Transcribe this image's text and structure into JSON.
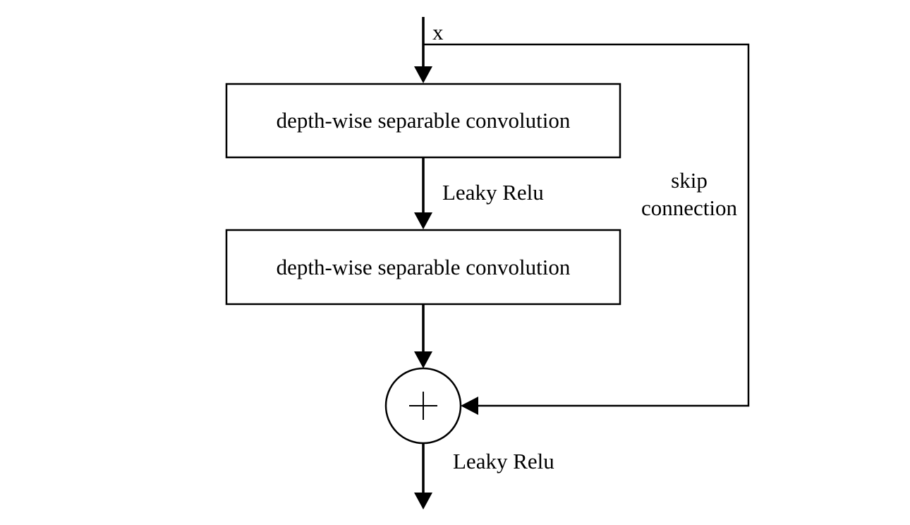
{
  "diagram": {
    "input_label": "x",
    "block1_label": "depth-wise separable convolution",
    "activation1_label": "Leaky Relu",
    "block2_label": "depth-wise separable convolution",
    "skip_label_line1": "skip",
    "skip_label_line2": "connection",
    "sum_symbol": "+",
    "activation2_label": "Leaky Relu"
  },
  "colors": {
    "stroke": "#000000",
    "background": "#ffffff"
  }
}
